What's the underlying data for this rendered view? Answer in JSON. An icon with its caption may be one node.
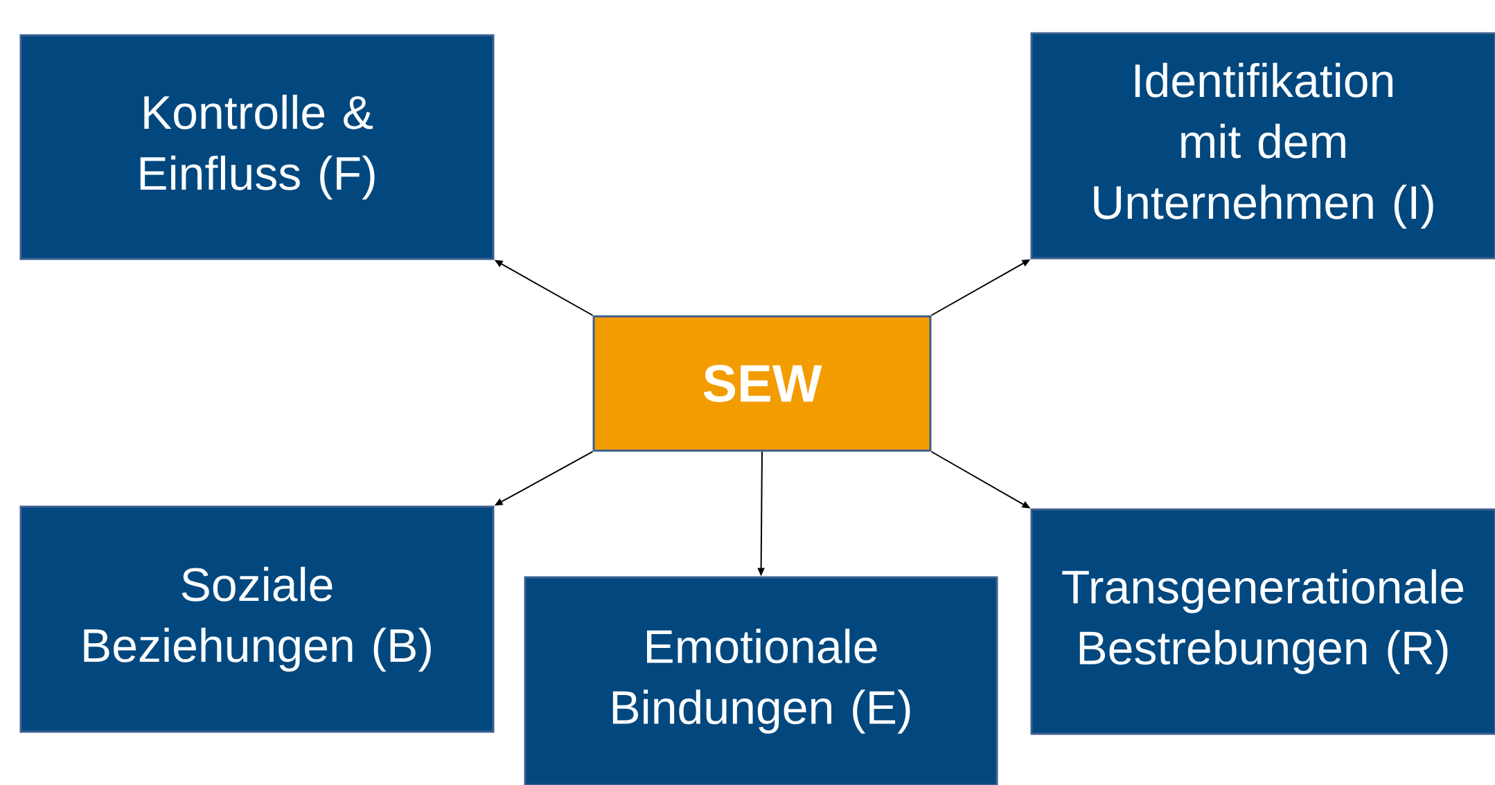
{
  "diagram": {
    "nodes": [
      {
        "text": [
          "Kontrolle & Einfluss (F)"
        ]
      },
      {
        "text": [
          "Identifikation mit dem Unternehmen (I)"
        ]
      },
      {
        "text": [
          "SEW"
        ]
      },
      {
        "text": [
          "Soziale Beziehungen (B)"
        ]
      },
      {
        "text": [
          "Emotionale Bindungen (E)"
        ]
      },
      {
        "text": [
          "Transgenerationale Bestrebungen (R)"
        ]
      }
    ],
    "edges": [
      {
        "from": 2,
        "to": 0,
        "arrow": "to"
      },
      {
        "from": 2,
        "to": 1,
        "arrow": "to"
      },
      {
        "from": 2,
        "to": 3,
        "arrow": "to"
      },
      {
        "from": 2,
        "to": 4,
        "arrow": "to"
      },
      {
        "from": 2,
        "to": 5,
        "arrow": "to"
      }
    ]
  }
}
